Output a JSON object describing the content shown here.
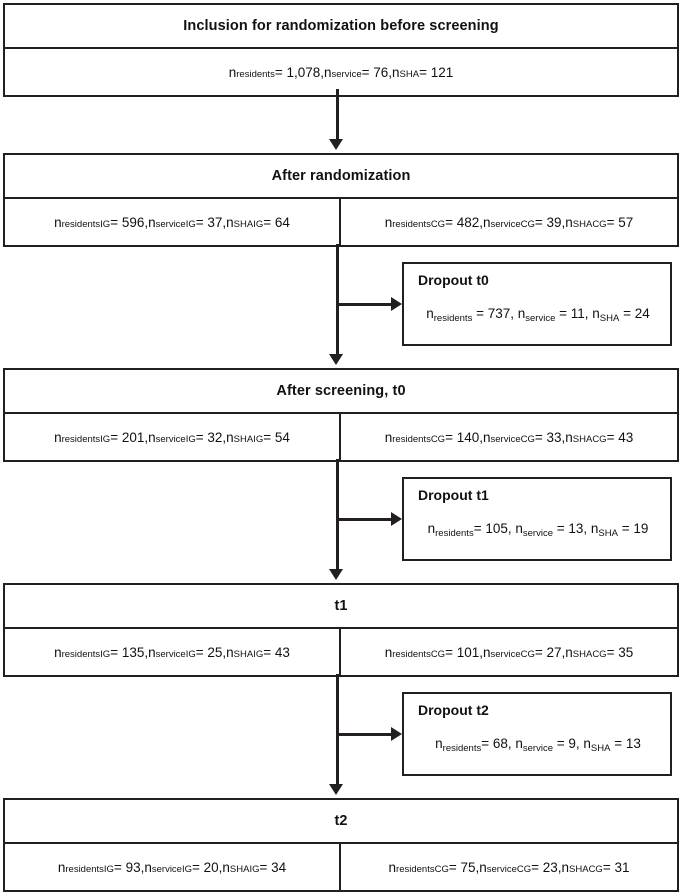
{
  "diagram": {
    "title": "Participant flow chart (CONSORT-style)",
    "line_color": "#231f20",
    "background": "#ffffff"
  },
  "stages": [
    {
      "id": "inclusion",
      "title": "Inclusion for randomization before screening",
      "split": false,
      "cells": [
        {
          "id": "inclusion-all",
          "text": "nresidents = 1,078, nservice = 76, nSHA = 121",
          "parts": [
            {
              "base": "n",
              "sub": "residents",
              "value": " = 1,078, "
            },
            {
              "base": "n",
              "sub": "service",
              "value": " = 76, "
            },
            {
              "base": "n",
              "sub": "SHA",
              "value": " = 121"
            }
          ]
        }
      ]
    },
    {
      "id": "after-randomization",
      "title": "After randomization",
      "split": true,
      "cells": [
        {
          "id": "after-randomization-ig",
          "text": "nresidentsIG = 596, nserviceIG = 37, nSHAIG = 64",
          "parts": [
            {
              "base": "n",
              "sub": "residentsIG",
              "value": " = 596, "
            },
            {
              "base": "n",
              "sub": "serviceIG",
              "value": " = 37, "
            },
            {
              "base": "n",
              "sub": "SHAIG",
              "value": " = 64"
            }
          ]
        },
        {
          "id": "after-randomization-cg",
          "text": "nresidentsCG = 482, nserviceCG = 39, nSHACG = 57",
          "parts": [
            {
              "base": "n",
              "sub": "residentsCG",
              "value": " = 482, "
            },
            {
              "base": "n",
              "sub": "serviceCG",
              "value": " = 39, "
            },
            {
              "base": "n",
              "sub": "SHACG",
              "value": " = 57"
            }
          ]
        }
      ]
    },
    {
      "id": "after-screening-t0",
      "title": "After screening, t0",
      "split": true,
      "cells": [
        {
          "id": "after-screening-ig",
          "text": "nresidentsIG = 201, nserviceIG = 32, nSHAIG = 54",
          "parts": [
            {
              "base": "n",
              "sub": "residentsIG",
              "value": " = 201, "
            },
            {
              "base": "n",
              "sub": "serviceIG",
              "value": " = 32, "
            },
            {
              "base": "n",
              "sub": "SHAIG",
              "value": " = 54"
            }
          ]
        },
        {
          "id": "after-screening-cg",
          "text": "nresidentsCG = 140, nserviceCG = 33, nSHACG = 43",
          "parts": [
            {
              "base": "n",
              "sub": "residentsCG",
              "value": " = 140, "
            },
            {
              "base": "n",
              "sub": "serviceCG",
              "value": " = 33, "
            },
            {
              "base": "n",
              "sub": "SHACG",
              "value": " = 43"
            }
          ]
        }
      ]
    },
    {
      "id": "t1",
      "title": "t1",
      "split": true,
      "cells": [
        {
          "id": "t1-ig",
          "text": "nresidentsIG = 135, nserviceIG = 25, nSHAIG = 43",
          "parts": [
            {
              "base": "n",
              "sub": "residentsIG",
              "value": " = 135, "
            },
            {
              "base": "n",
              "sub": "serviceIG",
              "value": " = 25, "
            },
            {
              "base": "n",
              "sub": "SHAIG",
              "value": " = 43"
            }
          ]
        },
        {
          "id": "t1-cg",
          "text": "nresidentsCG = 101, nserviceCG = 27, nSHACG = 35",
          "parts": [
            {
              "base": "n",
              "sub": "residentsCG",
              "value": " = 101, "
            },
            {
              "base": "n",
              "sub": "serviceCG",
              "value": " = 27, "
            },
            {
              "base": "n",
              "sub": "SHACG",
              "value": " = 35"
            }
          ]
        }
      ]
    },
    {
      "id": "t2",
      "title": "t2",
      "split": true,
      "cells": [
        {
          "id": "t2-ig",
          "text": "nresidentsIG = 93, nserviceIG = 20, nSHAIG = 34",
          "parts": [
            {
              "base": "n",
              "sub": "residentsIG",
              "value": " = 93, "
            },
            {
              "base": "n",
              "sub": "serviceIG",
              "value": " = 20, "
            },
            {
              "base": "n",
              "sub": "SHAIG",
              "value": " = 34"
            }
          ]
        },
        {
          "id": "t2-cg",
          "text": "nresidentsCG= 75, nserviceCG = 23, nSHACG = 31",
          "parts": [
            {
              "base": "n",
              "sub": "residentsCG",
              "value": "= 75, "
            },
            {
              "base": "n",
              "sub": "serviceCG",
              "value": " = 23, "
            },
            {
              "base": "n",
              "sub": "SHACG",
              "value": " = 31"
            }
          ]
        }
      ]
    }
  ],
  "dropouts": [
    {
      "id": "dropout-t0",
      "title": "Dropout t0",
      "text": "nresidents = 737, nservice = 11, nSHA = 24",
      "parts": [
        {
          "base": "n",
          "sub": "residents",
          "value": " = 737, "
        },
        {
          "base": "n",
          "sub": "service",
          "value": " = 11, "
        },
        {
          "base": "n",
          "sub": "SHA",
          "value": " = 24"
        }
      ]
    },
    {
      "id": "dropout-t1",
      "title": "Dropout t1",
      "text": "nresidents= 105, nservice = 13, nSHA = 19",
      "parts": [
        {
          "base": "n",
          "sub": "residents",
          "value": "= 105, "
        },
        {
          "base": "n",
          "sub": "service",
          "value": " = 13, "
        },
        {
          "base": "n",
          "sub": "SHA",
          "value": " = 19"
        }
      ]
    },
    {
      "id": "dropout-t2",
      "title": "Dropout t2",
      "text": "nresidents= 68, nservice = 9, nSHA = 13",
      "parts": [
        {
          "base": "n",
          "sub": "residents",
          "value": "= 68, "
        },
        {
          "base": "n",
          "sub": "service",
          "value": " = 9, "
        },
        {
          "base": "n",
          "sub": "SHA",
          "value": " = 13"
        }
      ]
    }
  ]
}
